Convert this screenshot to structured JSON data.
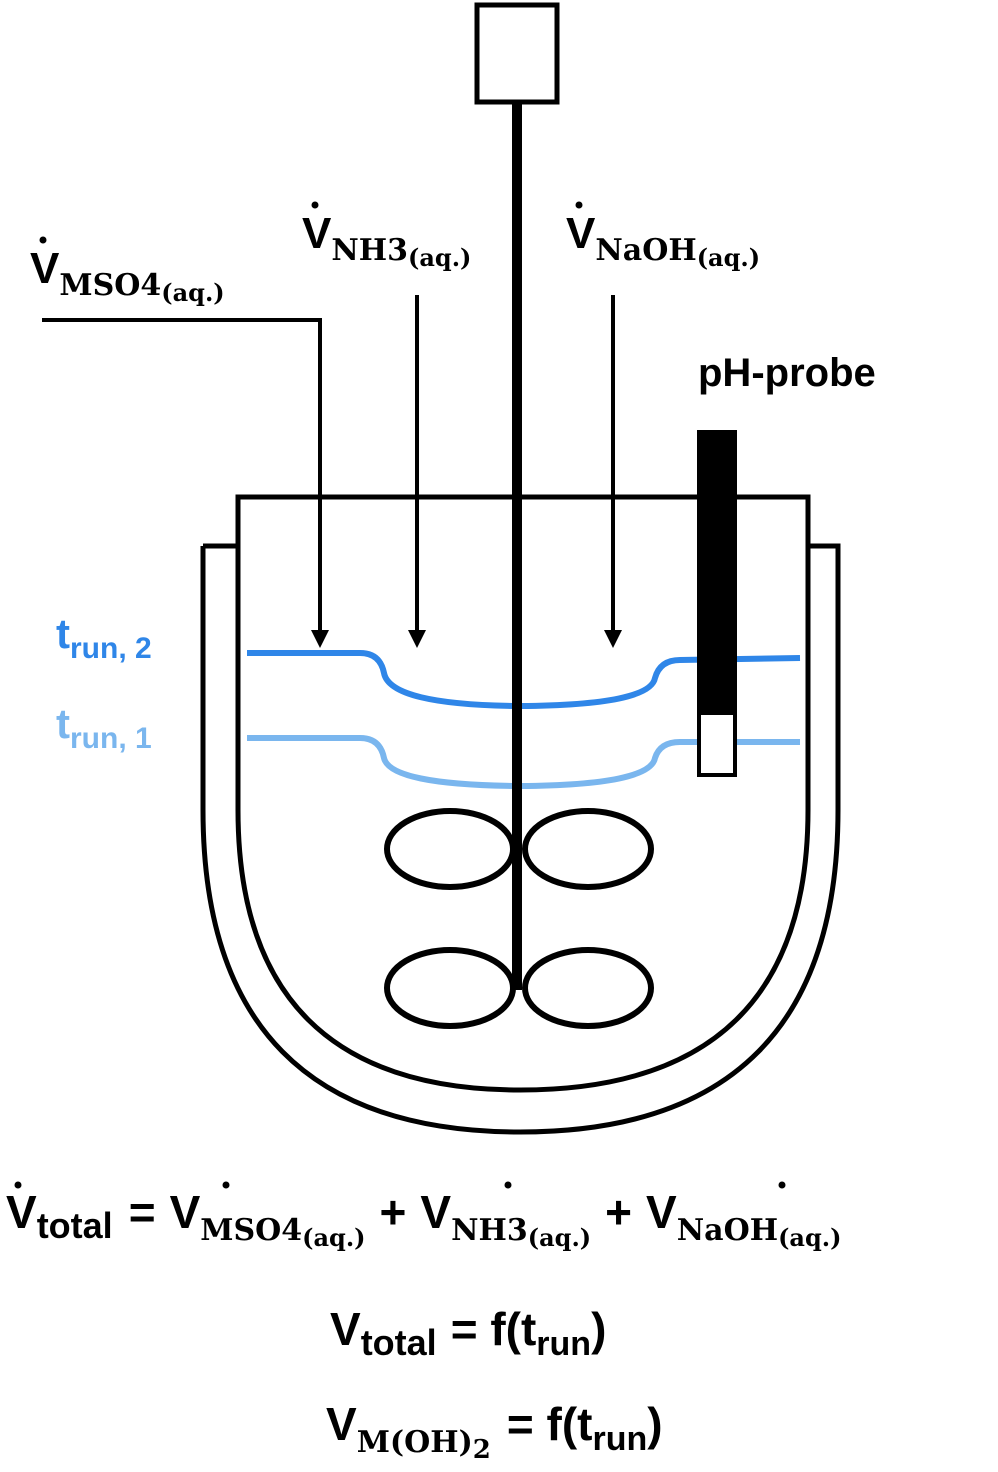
{
  "labels": {
    "feed_mso4": {
      "symbol": "V",
      "subscript": "MSO",
      "sub_digit": "4",
      "phase": "(aq.)"
    },
    "feed_nh3": {
      "symbol": "V",
      "subscript": "NH",
      "sub_digit": "3",
      "phase": "(aq.)"
    },
    "feed_naoh": {
      "symbol": "V",
      "subscript": "NaOH",
      "phase": "(aq.)"
    },
    "ph_probe": "pH-probe",
    "level_run2": {
      "t": "t",
      "sub": "run, 2"
    },
    "level_run1": {
      "t": "t",
      "sub": "run, 1"
    }
  },
  "equations": {
    "eq1": {
      "lhs_symbol": "V",
      "lhs_sub": "total",
      "equals": "=",
      "t1_symbol": "V",
      "t1_sub": "MSO",
      "t1_digit": "4",
      "t1_phase": "(aq.)",
      "plus": "+",
      "t2_symbol": "V",
      "t2_sub": "NH",
      "t2_digit": "3",
      "t2_phase": "(aq.)",
      "t3_symbol": "V",
      "t3_sub": "NaOH",
      "t3_phase": "(aq.)"
    },
    "eq2": {
      "lhs_symbol": "V",
      "lhs_sub": "total",
      "rhs": "= f(t",
      "rhs_sub": "run",
      "close": ")"
    },
    "eq3": {
      "lhs_symbol": "V",
      "lhs_sub": "M(OH)",
      "lhs_digit": "2",
      "rhs": "= f(t",
      "rhs_sub": "run",
      "close": ")"
    }
  },
  "colors": {
    "outline": "#000000",
    "level_run2": "#2f86e8",
    "level_run1": "#7ab6ee"
  }
}
